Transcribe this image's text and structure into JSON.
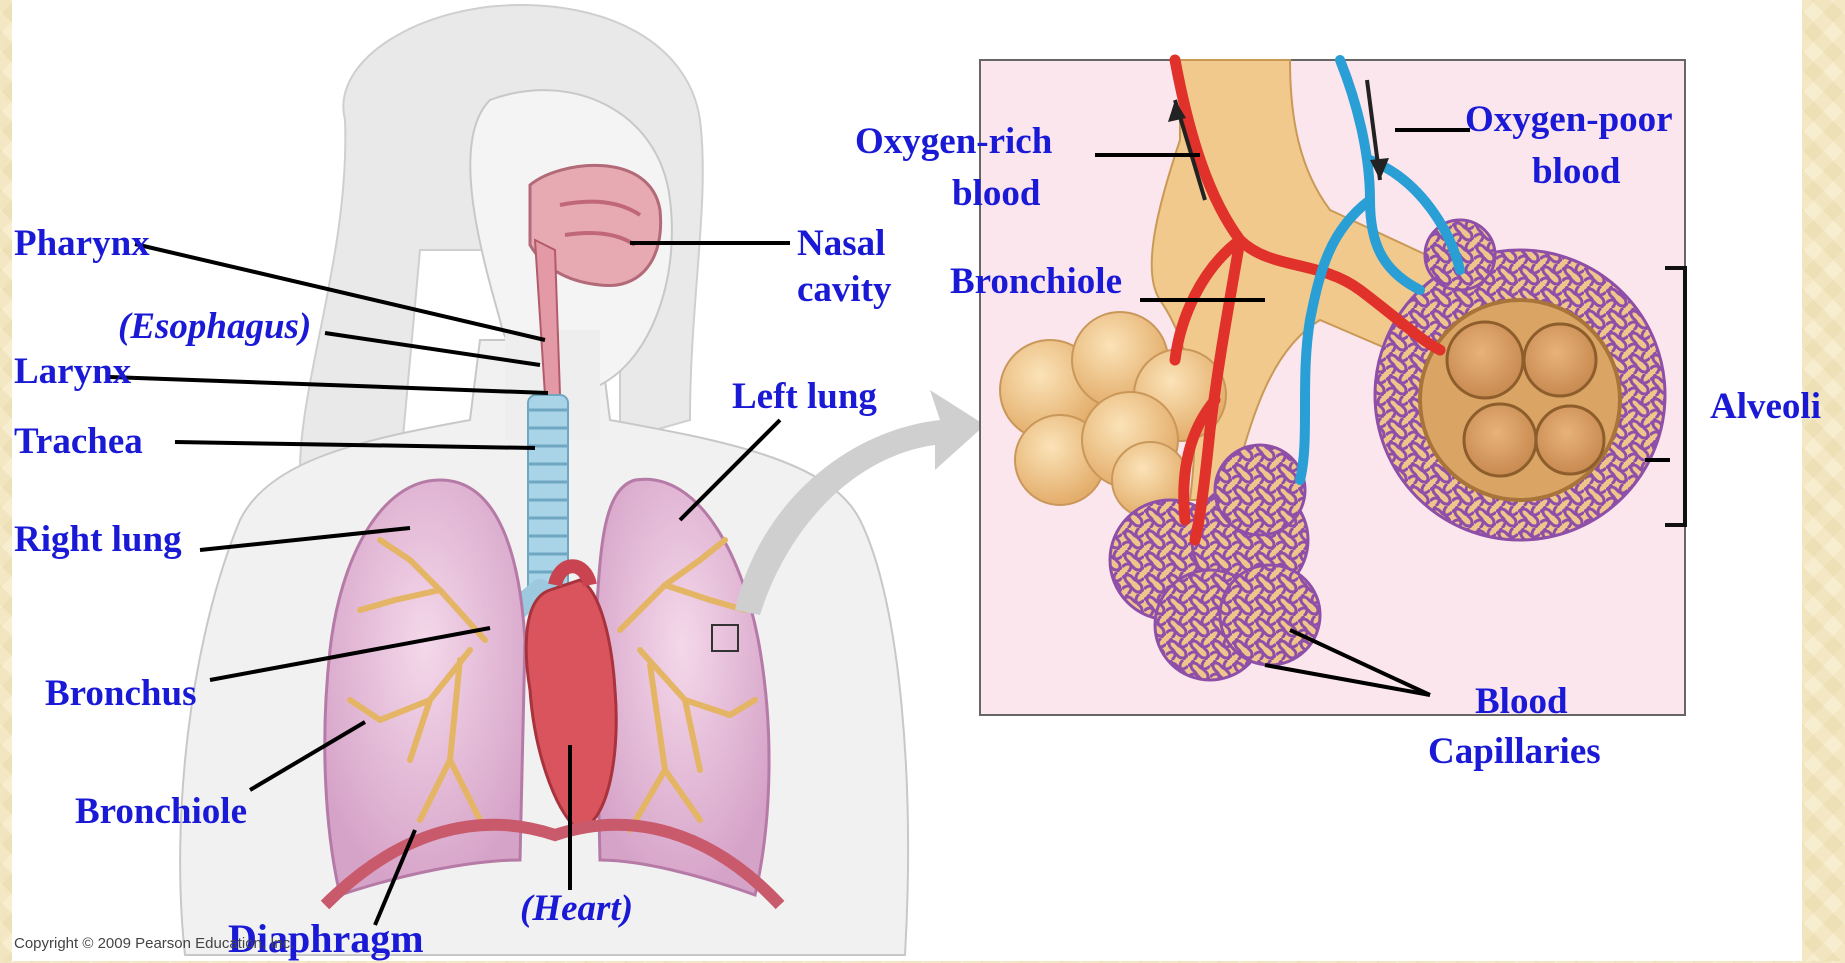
{
  "labels": {
    "pharynx": "Pharynx",
    "esophagus": "(Esophagus)",
    "larynx": "Larynx",
    "trachea": "Trachea",
    "right_lung": "Right lung",
    "bronchus": "Bronchus",
    "bronchiole_left": "Bronchiole",
    "diaphragm": "Diaphragm",
    "heart": "(Heart)",
    "nasal_cavity_1": "Nasal",
    "nasal_cavity_2": "cavity",
    "left_lung": "Left lung",
    "oxygen_rich_1": "Oxygen-rich",
    "oxygen_rich_2": "blood",
    "oxygen_poor_1": "Oxygen-poor",
    "oxygen_poor_2": "blood",
    "bronchiole_right": "Bronchiole",
    "alveoli": "Alveoli",
    "blood_capillaries_1": "Blood",
    "blood_capillaries_2": "Capillaries"
  },
  "copyright": "Copyright © 2009 Pearson Education, Inc.",
  "colors": {
    "label": "#1a1ad6",
    "artery": "#e0322a",
    "vein": "#2a9fd6",
    "alveolus": "#f2c98c",
    "capillary": "#9a5bb0",
    "inset_bg": "#fbe6ee"
  }
}
